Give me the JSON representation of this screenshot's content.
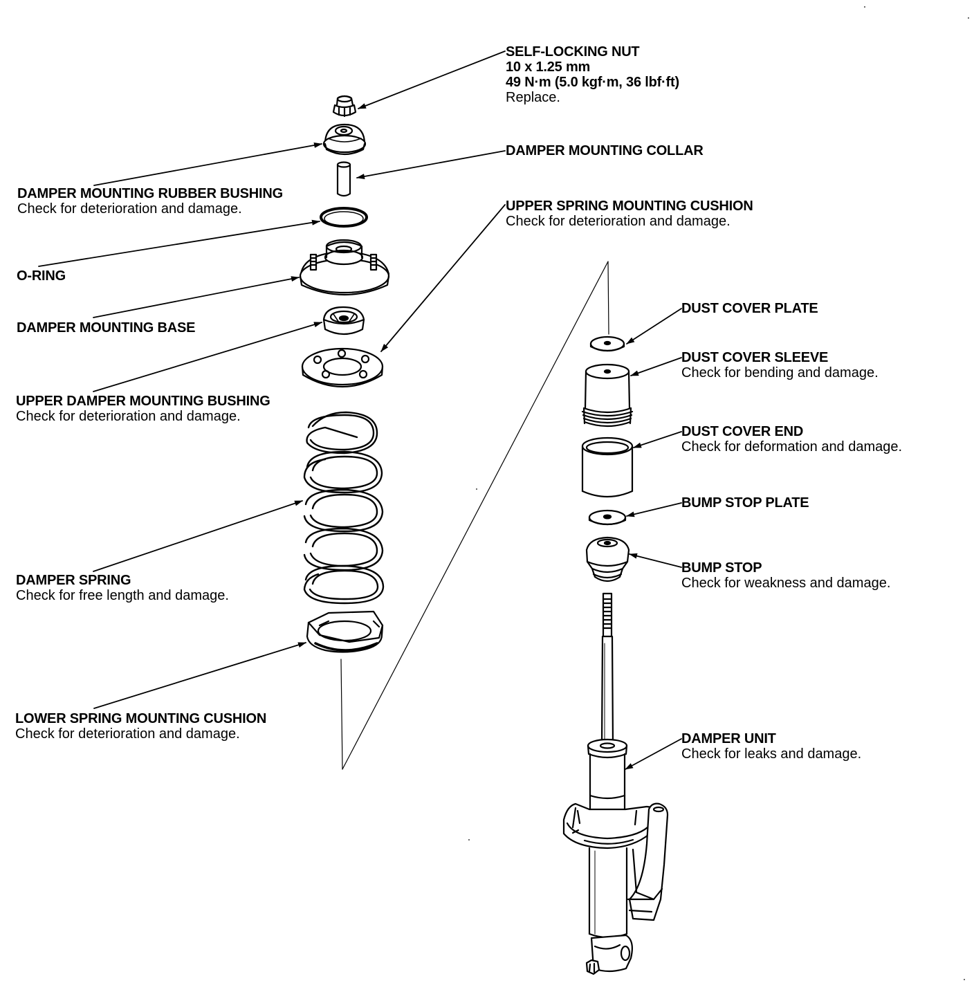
{
  "colors": {
    "ink": "#000000",
    "paper": "#ffffff",
    "shade": "#c8c8c8"
  },
  "labels": {
    "self_locking_nut": {
      "title": "SELF-LOCKING NUT",
      "spec1": "10 x 1.25 mm",
      "spec2": "49 N·m (5.0 kgf·m, 36 lbf·ft)",
      "note": "Replace."
    },
    "damper_mounting_collar": {
      "title": "DAMPER MOUNTING COLLAR"
    },
    "damper_mounting_rubber_bushing": {
      "title": "DAMPER MOUNTING RUBBER BUSHING",
      "note": "Check for deterioration and damage."
    },
    "upper_spring_mounting_cushion": {
      "title": "UPPER SPRING MOUNTING CUSHION",
      "note": "Check for deterioration and damage."
    },
    "o_ring": {
      "title": "O-RING"
    },
    "damper_mounting_base": {
      "title": "DAMPER MOUNTING BASE"
    },
    "dust_cover_plate": {
      "title": "DUST COVER PLATE"
    },
    "dust_cover_sleeve": {
      "title": "DUST COVER SLEEVE",
      "note": "Check for bending and damage."
    },
    "upper_damper_mounting_bushing": {
      "title": "UPPER DAMPER MOUNTING BUSHING",
      "note": "Check for deterioration and damage."
    },
    "dust_cover_end": {
      "title": "DUST COVER END",
      "note": "Check for deformation and damage."
    },
    "bump_stop_plate": {
      "title": "BUMP STOP PLATE"
    },
    "bump_stop": {
      "title": "BUMP STOP",
      "note": "Check for weakness and damage."
    },
    "damper_spring": {
      "title": "DAMPER SPRING",
      "note": "Check for free length and damage."
    },
    "lower_spring_mounting_cushion": {
      "title": "LOWER SPRING MOUNTING CUSHION",
      "note": "Check for deterioration and damage."
    },
    "damper_unit": {
      "title": "DAMPER UNIT",
      "note": "Check for leaks and damage."
    }
  }
}
